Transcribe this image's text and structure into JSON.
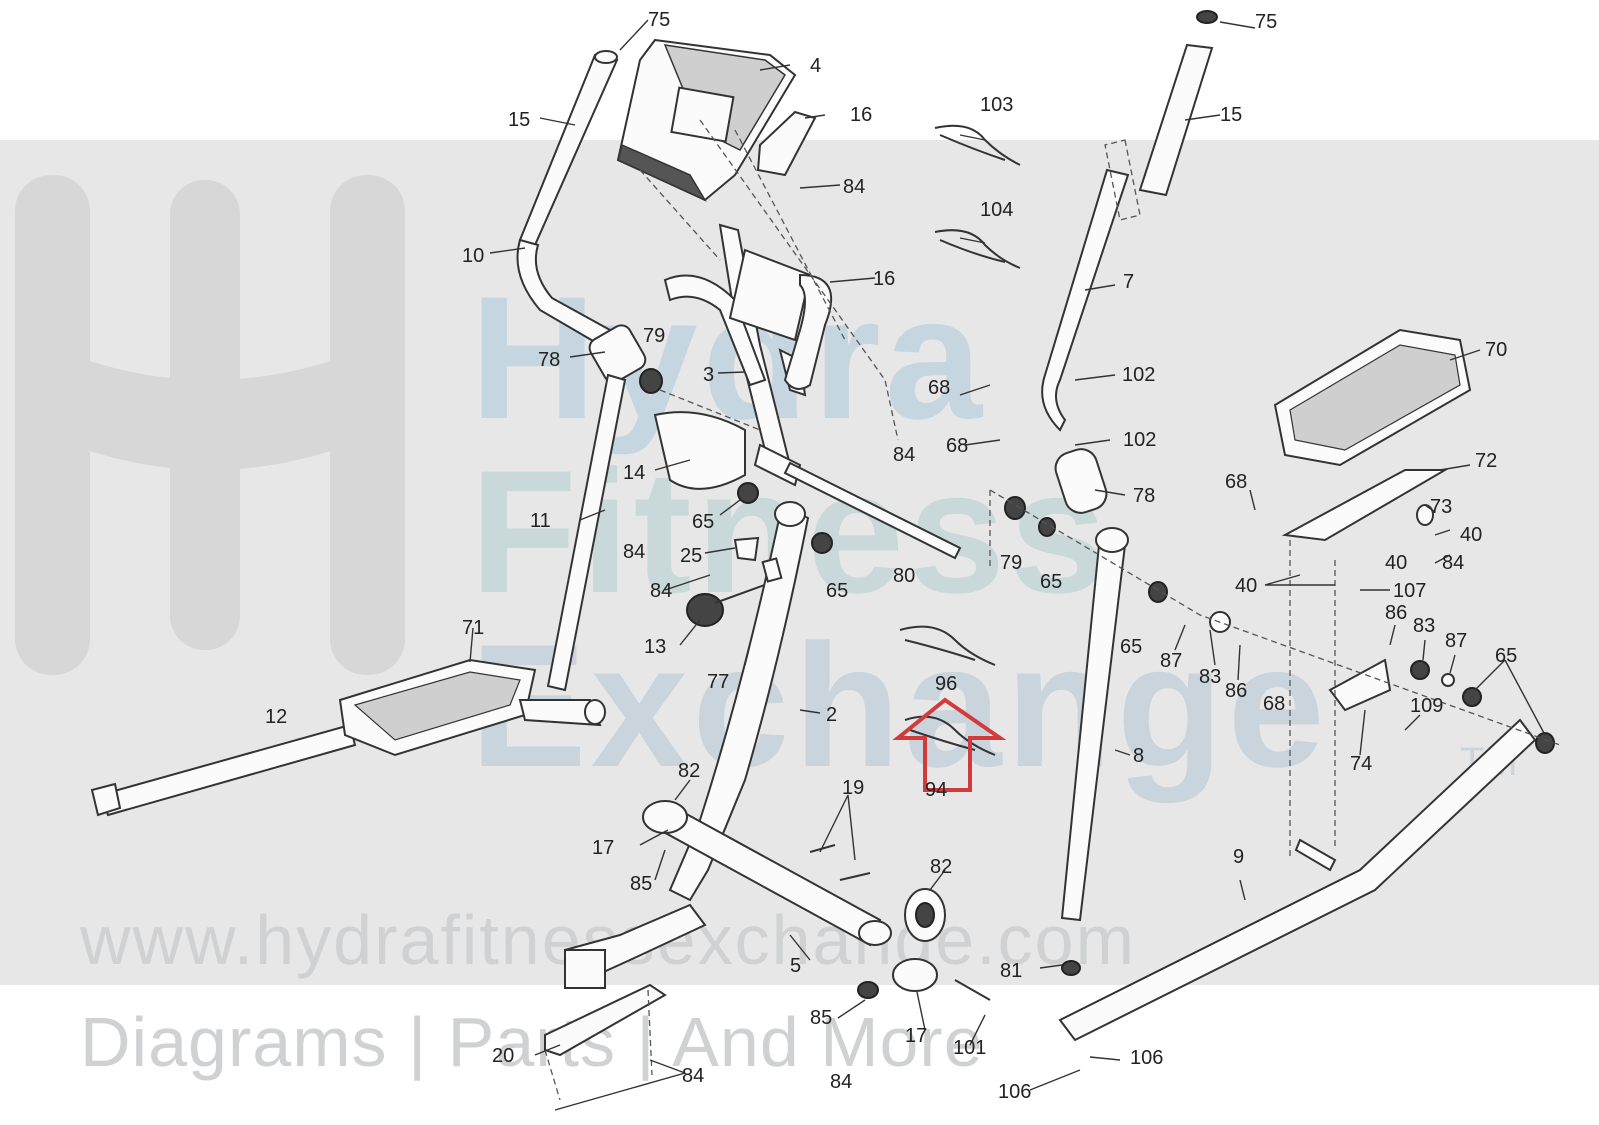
{
  "watermark": {
    "brand_line_1": "Hydra",
    "brand_line_2": "Fitness",
    "brand_line_3": "Exchange",
    "trademark": "TM",
    "url": "www.hydrafitnessexchange.com",
    "tagline": "Diagrams | Parts | And More"
  },
  "callouts": [
    {
      "id": "c75a",
      "text": "75"
    },
    {
      "id": "c4",
      "text": "4"
    },
    {
      "id": "c16a",
      "text": "16"
    },
    {
      "id": "c15a",
      "text": "15"
    },
    {
      "id": "c84a",
      "text": "84"
    },
    {
      "id": "c10",
      "text": "10"
    },
    {
      "id": "c16b",
      "text": "16"
    },
    {
      "id": "c79a",
      "text": "79"
    },
    {
      "id": "c78a",
      "text": "78"
    },
    {
      "id": "c3",
      "text": "3"
    },
    {
      "id": "c14",
      "text": "14"
    },
    {
      "id": "c84b",
      "text": "84"
    },
    {
      "id": "c11",
      "text": "11"
    },
    {
      "id": "c65a",
      "text": "65"
    },
    {
      "id": "c84c",
      "text": "84"
    },
    {
      "id": "c25",
      "text": "25"
    },
    {
      "id": "c65b",
      "text": "65"
    },
    {
      "id": "c80",
      "text": "80"
    },
    {
      "id": "c84d",
      "text": "84"
    },
    {
      "id": "c13",
      "text": "13"
    },
    {
      "id": "c77",
      "text": "77"
    },
    {
      "id": "c71",
      "text": "71"
    },
    {
      "id": "c12",
      "text": "12"
    },
    {
      "id": "c2",
      "text": "2"
    },
    {
      "id": "c82a",
      "text": "82"
    },
    {
      "id": "c17a",
      "text": "17"
    },
    {
      "id": "c85a",
      "text": "85"
    },
    {
      "id": "c19",
      "text": "19"
    },
    {
      "id": "c82b",
      "text": "82"
    },
    {
      "id": "c5",
      "text": "5"
    },
    {
      "id": "c20",
      "text": "20"
    },
    {
      "id": "c84e",
      "text": "84"
    },
    {
      "id": "c85b",
      "text": "85"
    },
    {
      "id": "c84f",
      "text": "84"
    },
    {
      "id": "c17b",
      "text": "17"
    },
    {
      "id": "c101",
      "text": "101"
    },
    {
      "id": "c103",
      "text": "103"
    },
    {
      "id": "c104",
      "text": "104"
    },
    {
      "id": "c96",
      "text": "96"
    },
    {
      "id": "c94",
      "text": "94"
    },
    {
      "id": "c75b",
      "text": "75"
    },
    {
      "id": "c15b",
      "text": "15"
    },
    {
      "id": "c7",
      "text": "7"
    },
    {
      "id": "c68a",
      "text": "68"
    },
    {
      "id": "c102a",
      "text": "102"
    },
    {
      "id": "c68b",
      "text": "68"
    },
    {
      "id": "c102b",
      "text": "102"
    },
    {
      "id": "c78b",
      "text": "78"
    },
    {
      "id": "c79b",
      "text": "79"
    },
    {
      "id": "c65c",
      "text": "65"
    },
    {
      "id": "c65d",
      "text": "65"
    },
    {
      "id": "c87a",
      "text": "87"
    },
    {
      "id": "c83a",
      "text": "83"
    },
    {
      "id": "c86a",
      "text": "86"
    },
    {
      "id": "c68c",
      "text": "68"
    },
    {
      "id": "c8",
      "text": "8"
    },
    {
      "id": "c81",
      "text": "81"
    },
    {
      "id": "c106a",
      "text": "106"
    },
    {
      "id": "c106b",
      "text": "106"
    },
    {
      "id": "c9",
      "text": "9"
    },
    {
      "id": "c70",
      "text": "70"
    },
    {
      "id": "c72",
      "text": "72"
    },
    {
      "id": "c68d",
      "text": "68"
    },
    {
      "id": "c73",
      "text": "73"
    },
    {
      "id": "c40a",
      "text": "40"
    },
    {
      "id": "c40b",
      "text": "40"
    },
    {
      "id": "c84g",
      "text": "84"
    },
    {
      "id": "c40c",
      "text": "40"
    },
    {
      "id": "c107",
      "text": "107"
    },
    {
      "id": "c86b",
      "text": "86"
    },
    {
      "id": "c83b",
      "text": "83"
    },
    {
      "id": "c87b",
      "text": "87"
    },
    {
      "id": "c65e",
      "text": "65"
    },
    {
      "id": "c109",
      "text": "109"
    },
    {
      "id": "c74",
      "text": "74"
    }
  ]
}
